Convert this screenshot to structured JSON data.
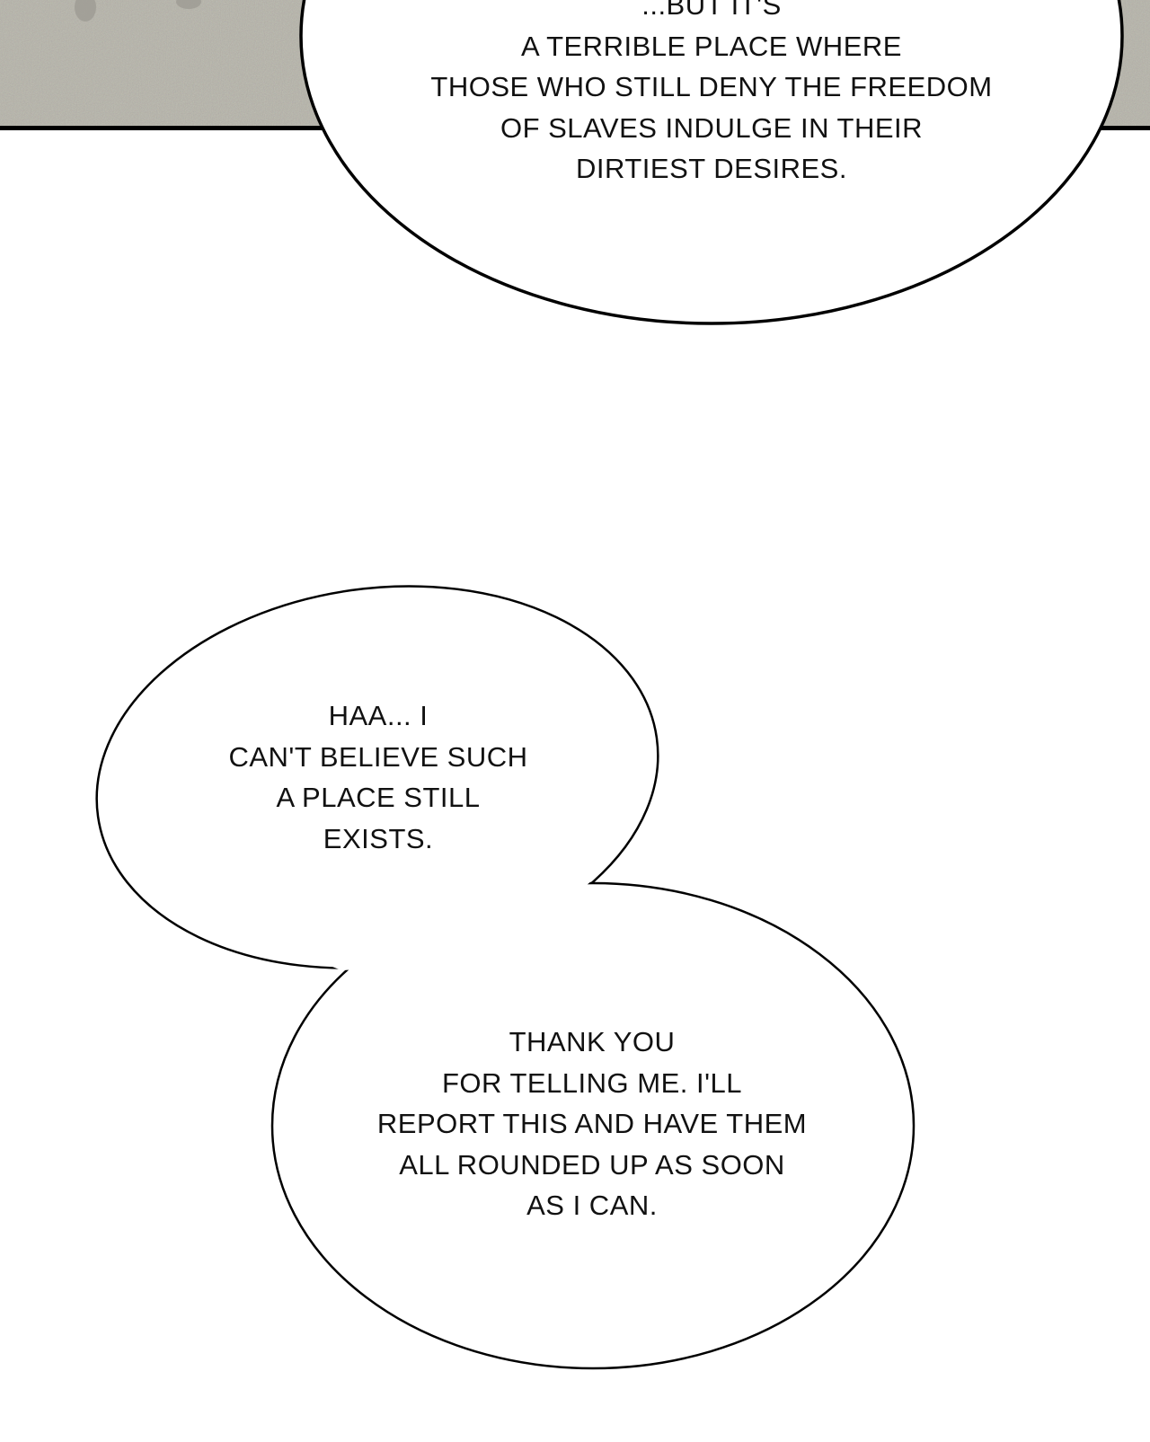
{
  "panel": {
    "background_color": "#b5b3a8",
    "border_color": "#000000"
  },
  "bubbles": [
    {
      "lines": [
        "...BUT IT'S",
        "A TERRIBLE PLACE WHERE",
        "THOSE WHO STILL DENY THE FREEDOM",
        "OF SLAVES INDULGE IN THEIR",
        "DIRTIEST DESIRES."
      ]
    },
    {
      "lines": [
        "HAA... I",
        "CAN'T BELIEVE SUCH",
        "A PLACE STILL",
        "EXISTS."
      ]
    },
    {
      "lines": [
        "THANK YOU",
        "FOR TELLING ME. I'LL",
        "REPORT THIS AND HAVE THEM",
        "ALL ROUNDED UP AS SOON",
        "AS I CAN."
      ]
    }
  ]
}
